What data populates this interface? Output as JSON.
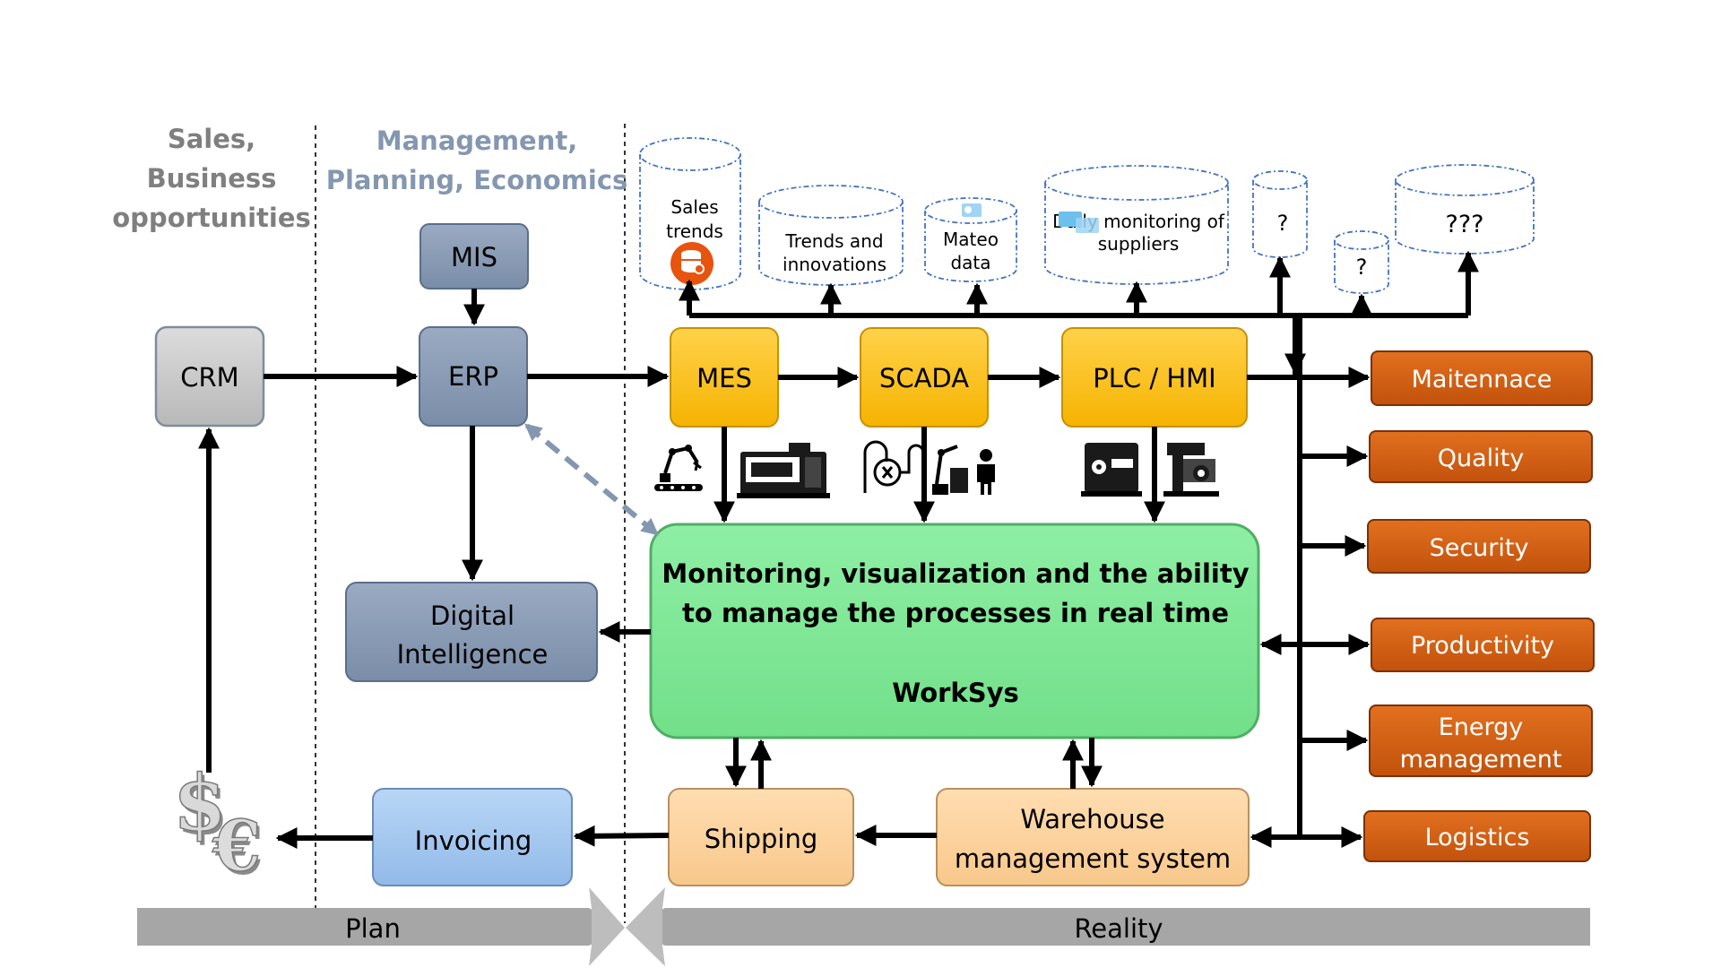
{
  "columns": {
    "sales": [
      "Sales,",
      "Business",
      "opportunities"
    ],
    "management": [
      "Management,",
      "Planning, Economics"
    ]
  },
  "nodes": {
    "crm": "CRM",
    "mis": "MIS",
    "erp": "ERP",
    "mes": "MES",
    "scada": "SCADA",
    "plc": "PLC / HMI",
    "digital": [
      "Digital",
      "Intelligence"
    ],
    "invoicing": "Invoicing",
    "shipping": "Shipping",
    "warehouse": [
      "Warehouse",
      "management system"
    ]
  },
  "worksys": {
    "line1": "Monitoring, visualization and the ability",
    "line2": "to manage the processes in real time",
    "name": "WorkSys"
  },
  "datasources": {
    "sales_trends": [
      "Sales",
      "trends"
    ],
    "trends": [
      "Trends and",
      "innovations"
    ],
    "meteo": [
      "Mateo",
      "data"
    ],
    "suppliers": [
      "Daily monitoring of",
      "suppliers"
    ],
    "q1": "?",
    "q2": "?",
    "q3": "???"
  },
  "outputs": [
    "Maitennace",
    "Quality",
    "Security",
    "Productivity",
    [
      "Energy",
      "management"
    ],
    "Logistics"
  ],
  "bottom": {
    "plan": "Plan",
    "reality": "Reality"
  },
  "colors": {
    "blue_gray": "#8497B0",
    "crm_gray": "#C9C9C9",
    "yellow": "#FFC000",
    "green": "#7FE896",
    "peach": "#FFD39B",
    "light_blue": "#A4C8F0",
    "orange": "#D35F12",
    "arrow": "#000000",
    "dashed": "#8497B0",
    "ribbon": "#A6A6A6"
  },
  "icons": [
    "database-sync-icon",
    "weather-icon",
    "supplier-icon",
    "robot-arm-icon",
    "cnc-machine-icon",
    "valve-icon",
    "worker-robot-icon",
    "milling-machine-icon",
    "drill-machine-icon",
    "currency-icon"
  ]
}
